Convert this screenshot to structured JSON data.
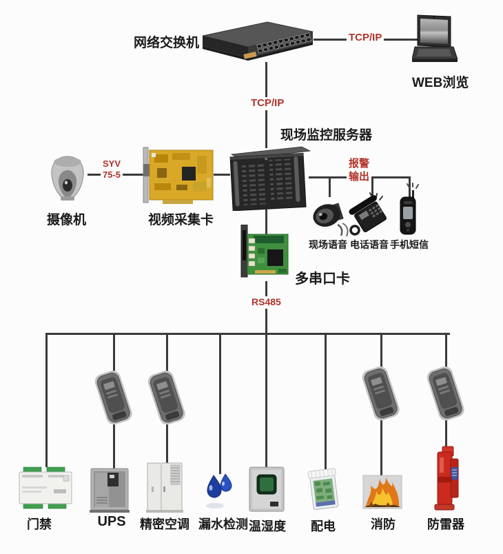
{
  "colors": {
    "line": "#3a3a3a",
    "label_red": "#b23229",
    "text": "#1a1a1a"
  },
  "nodes": {
    "switch_label": "网络交换机",
    "web_label": "WEB浏览",
    "server_label": "现场监控服务器",
    "camera_label": "摄像机",
    "capture_card_label": "视频采集卡",
    "serial_card_label": "多串口卡"
  },
  "connections": {
    "tcpip_top": "TCP/IP",
    "tcpip_mid": "TCP/IP",
    "syv_line1": "SYV",
    "syv_line2": "75-5",
    "alarm_line1": "报警",
    "alarm_line2": "输出",
    "rs485": "RS485"
  },
  "alarm_outputs": [
    {
      "label": "现场语音"
    },
    {
      "label": "电话语音"
    },
    {
      "label": "手机短信"
    }
  ],
  "devices": [
    {
      "label": "门禁",
      "transmitter": false
    },
    {
      "label": "UPS",
      "transmitter": true
    },
    {
      "label": "精密空调",
      "transmitter": true
    },
    {
      "label": "漏水检测",
      "transmitter": false
    },
    {
      "label": "温湿度",
      "transmitter": false
    },
    {
      "label": "配电",
      "transmitter": false
    },
    {
      "label": "消防",
      "transmitter": true
    },
    {
      "label": "防雷器",
      "transmitter": true
    }
  ]
}
